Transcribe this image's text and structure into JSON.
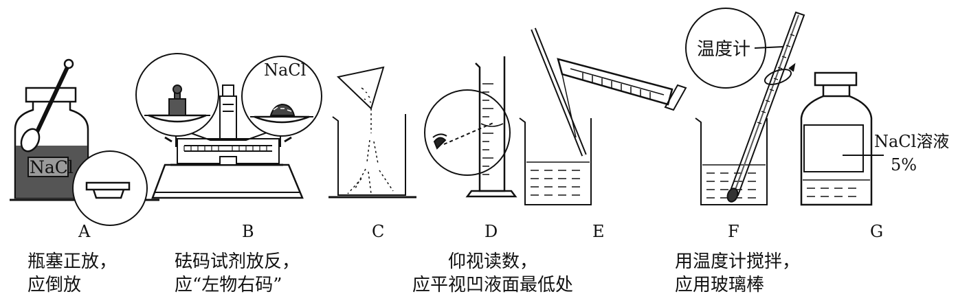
{
  "panel_labels": {
    "A": "A",
    "B": "B",
    "C": "C",
    "D": "D",
    "E": "E",
    "F": "F",
    "G": "G"
  },
  "apparatus_labels": {
    "nacl_jar": "NaCl",
    "nacl_pan": "NaCl",
    "thermometer": "温度计",
    "bottle_solution": "NaCl溶液",
    "bottle_concentration": "5%"
  },
  "captions": {
    "A": {
      "line1": "瓶塞正放，",
      "line2": "应倒放"
    },
    "B": {
      "line1": "砝码试剂放反，",
      "line2": "应“左物右码”"
    },
    "D": {
      "line1": "仰视读数，",
      "line2": "应平视凹液面最低处"
    },
    "F": {
      "line1": "用温度计搅拌，",
      "line2": "应用玻璃棒"
    }
  }
}
